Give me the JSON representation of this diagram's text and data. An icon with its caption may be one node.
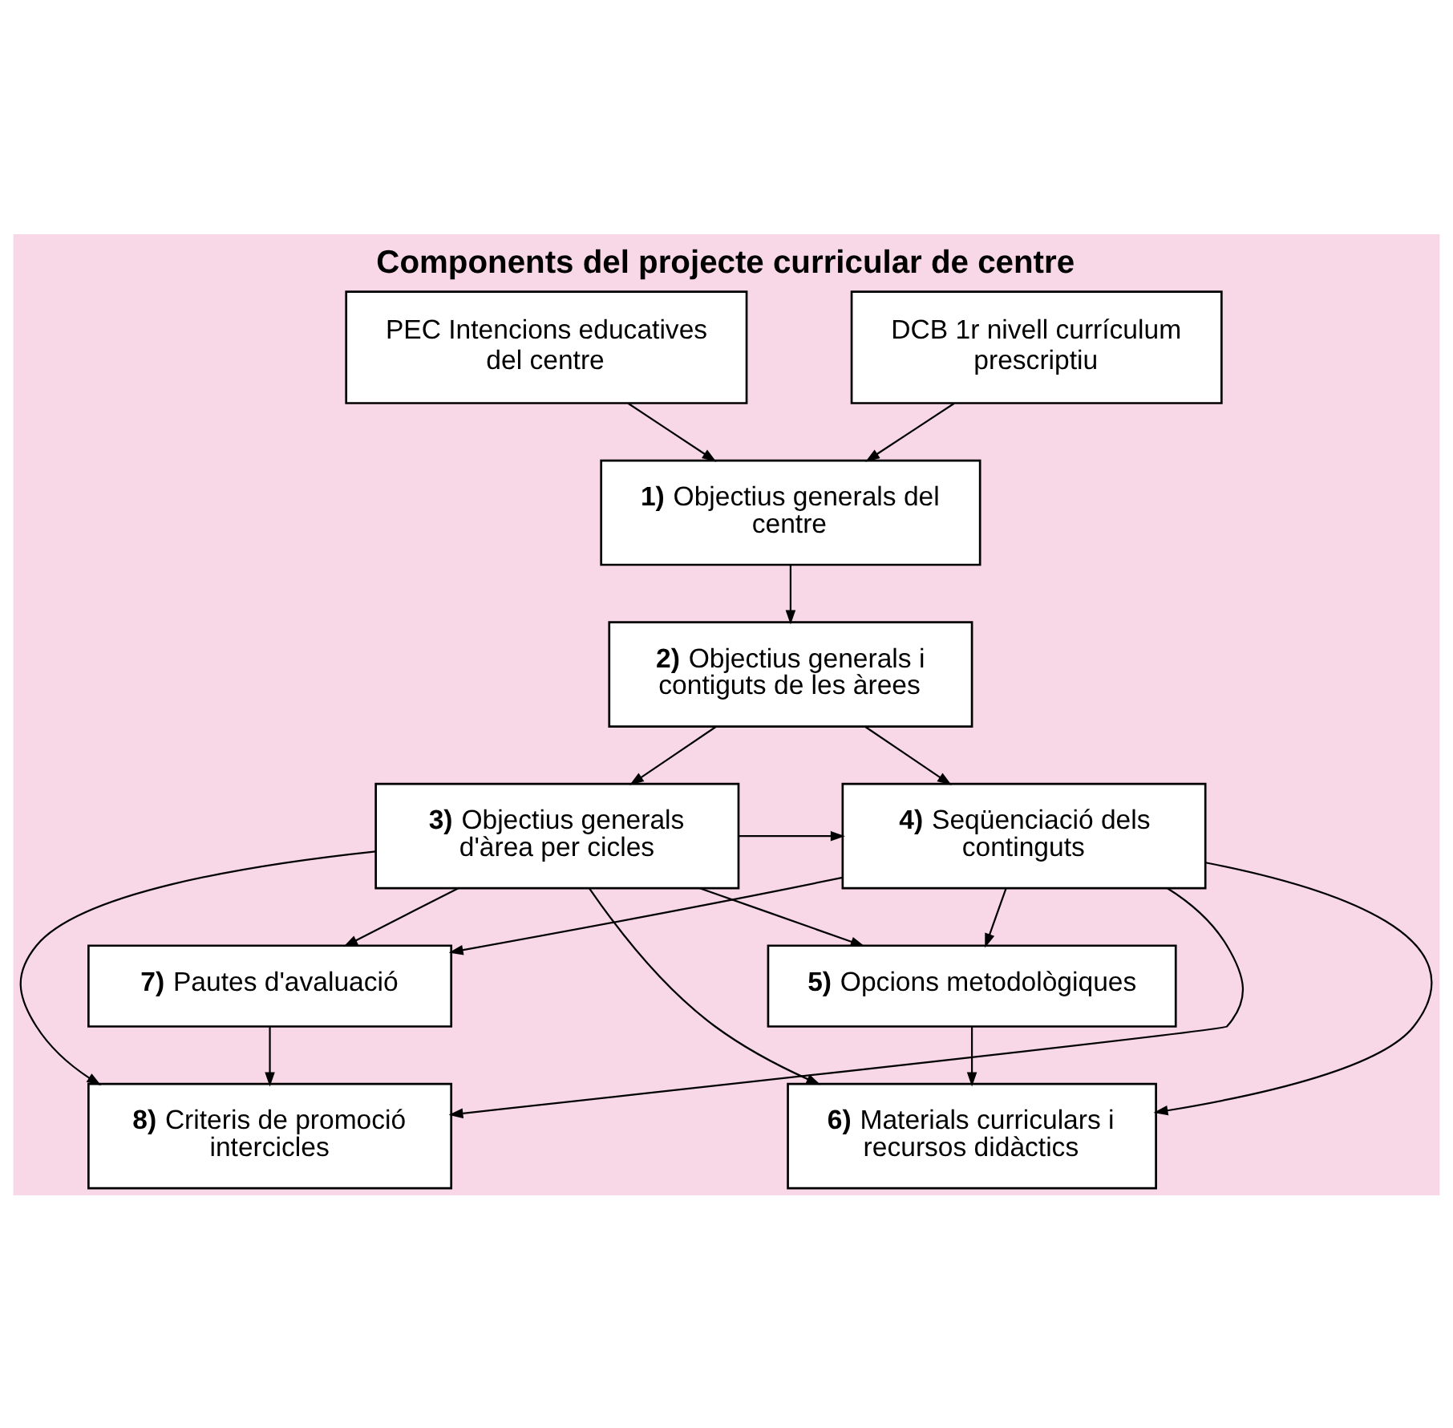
{
  "diagram": {
    "title": "Components del projecte curricular de centre",
    "nodes": [
      {
        "text": [
          "PEC Intencions educatives del centre"
        ]
      },
      {
        "text": [
          "DCB 1r nivell currículum prescriptiu"
        ]
      },
      {
        "text": [
          "**1)** Objectius generals del centre"
        ]
      },
      {
        "text": [
          "**2)** Objectius generals i contiguts de les àrees"
        ]
      },
      {
        "text": [
          "**3)** Objectius generals d'àrea per cicles"
        ]
      },
      {
        "text": [
          "**4)** Seqüenciació dels continguts"
        ]
      },
      {
        "text": [
          "**5)** Opcions metodològiques"
        ]
      },
      {
        "text": [
          "**6)** Materials curriculars i recursos didàctics"
        ]
      },
      {
        "text": [
          "**7)** Pautes d'avaluació"
        ]
      },
      {
        "text": [
          "**8)** Criteris de promoció intercicles"
        ]
      }
    ],
    "edges": [
      {
        "from": 0,
        "to": 2,
        "arrow": "to"
      },
      {
        "from": 1,
        "to": 2,
        "arrow": "to"
      },
      {
        "from": 2,
        "to": 3,
        "arrow": "to"
      },
      {
        "from": 3,
        "to": 4,
        "arrow": "to"
      },
      {
        "from": 3,
        "to": 5,
        "arrow": "to"
      },
      {
        "from": 4,
        "to": 5,
        "arrow": "to"
      },
      {
        "from": 4,
        "to": 6,
        "arrow": "to"
      },
      {
        "from": 4,
        "to": 7,
        "arrow": "to"
      },
      {
        "from": 4,
        "to": 8,
        "arrow": "to"
      },
      {
        "from": 4,
        "to": 9,
        "arrow": "to"
      },
      {
        "from": 5,
        "to": 6,
        "arrow": "to"
      },
      {
        "from": 5,
        "to": 7,
        "arrow": "to"
      },
      {
        "from": 5,
        "to": 8,
        "arrow": "to"
      },
      {
        "from": 5,
        "to": 9,
        "arrow": "to"
      },
      {
        "from": 6,
        "to": 7,
        "arrow": "to"
      },
      {
        "from": 8,
        "to": 9,
        "arrow": "to"
      }
    ]
  }
}
